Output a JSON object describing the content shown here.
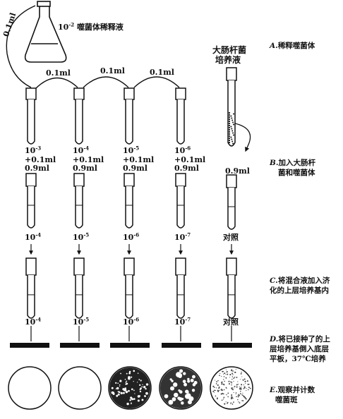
{
  "flask": {
    "dose": "0.1ml",
    "label_exp": "-2",
    "label_prefix": "10",
    "label_text": "噬菌体稀释液"
  },
  "transfer": [
    "0.1ml",
    "0.1ml",
    "0.1ml"
  ],
  "ecoli": {
    "label_l1": "大肠杆菌",
    "label_l2": "培养液",
    "vol": "0.9ml"
  },
  "tubes": [
    {
      "top_exp": "-3",
      "add": "+0.1ml",
      "vol": "0.9ml",
      "mix_exp": "-4",
      "plate_exp": "-4",
      "plate": "clear"
    },
    {
      "top_exp": "-4",
      "add": "+0.1ml",
      "vol": "0.9ml",
      "mix_exp": "-5",
      "plate_exp": "-5",
      "plate": "clear"
    },
    {
      "top_exp": "-5",
      "add": "+0.1ml",
      "vol": "0.9ml",
      "mix_exp": "-6",
      "plate_exp": "-6",
      "plate": "dense"
    },
    {
      "top_exp": "-6",
      "add": "+0.1ml",
      "vol": "0.9ml",
      "mix_exp": "-7",
      "plate_exp": "-7",
      "plate": "plaques"
    }
  ],
  "base": "10",
  "control": {
    "label": "对照",
    "plate": "lawn"
  },
  "steps": [
    {
      "letter": "A.",
      "l1": "稀释噬菌体",
      "l2": ""
    },
    {
      "letter": "B.",
      "l1": "加入大肠杆",
      "l2": "菌和噬菌体"
    },
    {
      "letter": "C.",
      "l1": "将混合液加入济",
      "l2": "化的上层培养基内"
    },
    {
      "letter": "D.",
      "l1": "将已接种了的上",
      "l2": "层培养基倒入底层",
      "l3": "平板，37℃培养"
    },
    {
      "letter": "E.",
      "l1": "观察并计数",
      "l2": "噬菌斑"
    }
  ]
}
